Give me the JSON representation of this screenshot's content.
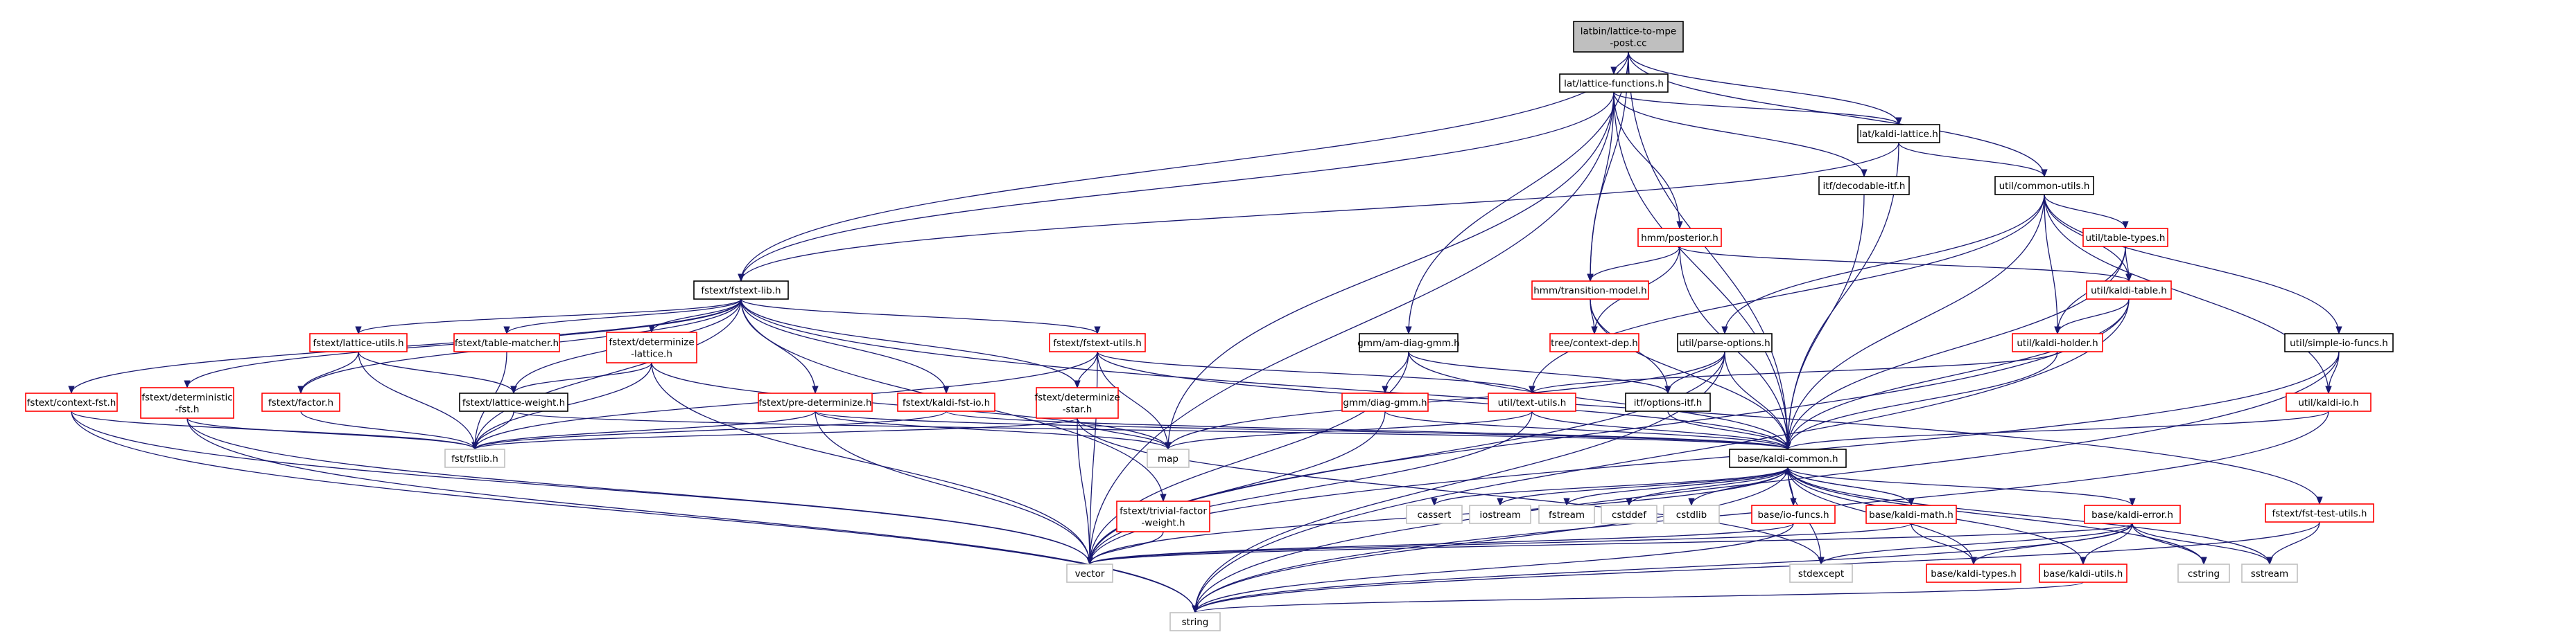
{
  "colors": {
    "edge": "#191970",
    "root_fill": "#bfbfbf",
    "border_default": "#000000",
    "border_missing": "#ff0000",
    "border_system": "#bfbfbf"
  },
  "nodes": [
    {
      "id": "root",
      "lines": [
        "latbin/lattice-to-mpe",
        "-post.cc"
      ],
      "style": "root"
    },
    {
      "id": "latfun",
      "lines": [
        "lat/lattice-functions.h"
      ],
      "style": "default"
    },
    {
      "id": "latkaldi",
      "lines": [
        "lat/kaldi-lattice.h"
      ],
      "style": "default"
    },
    {
      "id": "itfdec",
      "lines": [
        "itf/decodable-itf.h"
      ],
      "style": "default"
    },
    {
      "id": "utilcommon",
      "lines": [
        "util/common-utils.h"
      ],
      "style": "default"
    },
    {
      "id": "hmmpost",
      "lines": [
        "hmm/posterior.h"
      ],
      "style": "missing"
    },
    {
      "id": "utiltabletypes",
      "lines": [
        "util/table-types.h"
      ],
      "style": "missing"
    },
    {
      "id": "fstextlib",
      "lines": [
        "fstext/fstext-lib.h"
      ],
      "style": "default"
    },
    {
      "id": "hmmtrans",
      "lines": [
        "hmm/transition-model.h"
      ],
      "style": "missing"
    },
    {
      "id": "utilkalditable",
      "lines": [
        "util/kaldi-table.h"
      ],
      "style": "missing"
    },
    {
      "id": "fstlatutils",
      "lines": [
        "fstext/lattice-utils.h"
      ],
      "style": "missing"
    },
    {
      "id": "fsttablematcher",
      "lines": [
        "fstext/table-matcher.h"
      ],
      "style": "missing"
    },
    {
      "id": "fstdetlat",
      "lines": [
        "fstext/determinize",
        "-lattice.h"
      ],
      "style": "missing"
    },
    {
      "id": "fstfstextutils",
      "lines": [
        "fstext/fstext-utils.h"
      ],
      "style": "missing"
    },
    {
      "id": "gmmam",
      "lines": [
        "gmm/am-diag-gmm.h"
      ],
      "style": "default"
    },
    {
      "id": "treectx",
      "lines": [
        "tree/context-dep.h"
      ],
      "style": "missing"
    },
    {
      "id": "utilparse",
      "lines": [
        "util/parse-options.h"
      ],
      "style": "default"
    },
    {
      "id": "utilholder",
      "lines": [
        "util/kaldi-holder.h"
      ],
      "style": "missing"
    },
    {
      "id": "utilsimpleio",
      "lines": [
        "util/simple-io-funcs.h"
      ],
      "style": "default"
    },
    {
      "id": "fstcontextfst",
      "lines": [
        "fstext/context-fst.h"
      ],
      "style": "missing"
    },
    {
      "id": "fstdetfst",
      "lines": [
        "fstext/deterministic",
        "-fst.h"
      ],
      "style": "missing"
    },
    {
      "id": "fstfactor",
      "lines": [
        "fstext/factor.h"
      ],
      "style": "missing"
    },
    {
      "id": "fstlatweight",
      "lines": [
        "fstext/lattice-weight.h"
      ],
      "style": "default"
    },
    {
      "id": "fstpredet",
      "lines": [
        "fstext/pre-determinize.h"
      ],
      "style": "missing"
    },
    {
      "id": "fstkaldiio",
      "lines": [
        "fstext/kaldi-fst-io.h"
      ],
      "style": "missing"
    },
    {
      "id": "fstdetstar",
      "lines": [
        "fstext/determinize",
        "-star.h"
      ],
      "style": "missing"
    },
    {
      "id": "gmmdiag",
      "lines": [
        "gmm/diag-gmm.h"
      ],
      "style": "missing"
    },
    {
      "id": "utiltextutils",
      "lines": [
        "util/text-utils.h"
      ],
      "style": "missing"
    },
    {
      "id": "itfoptions",
      "lines": [
        "itf/options-itf.h"
      ],
      "style": "default"
    },
    {
      "id": "utilkaldiio",
      "lines": [
        "util/kaldi-io.h"
      ],
      "style": "missing"
    },
    {
      "id": "fstfstlib",
      "lines": [
        "fst/fstlib.h"
      ],
      "style": "system"
    },
    {
      "id": "map",
      "lines": [
        "map"
      ],
      "style": "system"
    },
    {
      "id": "basecommon",
      "lines": [
        "base/kaldi-common.h"
      ],
      "style": "default"
    },
    {
      "id": "fsttrivial",
      "lines": [
        "fstext/trivial-factor",
        "-weight.h"
      ],
      "style": "missing"
    },
    {
      "id": "fsttestutils",
      "lines": [
        "fstext/fst-test-utils.h"
      ],
      "style": "missing"
    },
    {
      "id": "cassert",
      "lines": [
        "cassert"
      ],
      "style": "system"
    },
    {
      "id": "iostream",
      "lines": [
        "iostream"
      ],
      "style": "system"
    },
    {
      "id": "fstream",
      "lines": [
        "fstream"
      ],
      "style": "system"
    },
    {
      "id": "cstddef",
      "lines": [
        "cstddef"
      ],
      "style": "system"
    },
    {
      "id": "cstdlib",
      "lines": [
        "cstdlib"
      ],
      "style": "system"
    },
    {
      "id": "baseiofuncs",
      "lines": [
        "base/io-funcs.h"
      ],
      "style": "missing"
    },
    {
      "id": "basemath",
      "lines": [
        "base/kaldi-math.h"
      ],
      "style": "missing"
    },
    {
      "id": "baseerror",
      "lines": [
        "base/kaldi-error.h"
      ],
      "style": "missing"
    },
    {
      "id": "vector",
      "lines": [
        "vector"
      ],
      "style": "system"
    },
    {
      "id": "stdexcept",
      "lines": [
        "stdexcept"
      ],
      "style": "system"
    },
    {
      "id": "basetypes",
      "lines": [
        "base/kaldi-types.h"
      ],
      "style": "missing"
    },
    {
      "id": "baseutils",
      "lines": [
        "base/kaldi-utils.h"
      ],
      "style": "missing"
    },
    {
      "id": "cstring",
      "lines": [
        "cstring"
      ],
      "style": "system"
    },
    {
      "id": "sstream",
      "lines": [
        "sstream"
      ],
      "style": "system"
    },
    {
      "id": "string",
      "lines": [
        "string"
      ],
      "style": "system"
    }
  ],
  "edges": [
    [
      "root",
      "latfun"
    ],
    [
      "root",
      "latkaldi"
    ],
    [
      "root",
      "utilcommon"
    ],
    [
      "root",
      "fstextlib"
    ],
    [
      "root",
      "gmmam"
    ],
    [
      "root",
      "hmmtrans"
    ],
    [
      "root",
      "basecommon"
    ],
    [
      "latfun",
      "latkaldi"
    ],
    [
      "latfun",
      "itfdec"
    ],
    [
      "latfun",
      "hmmpost"
    ],
    [
      "latfun",
      "hmmtrans"
    ],
    [
      "latfun",
      "fstextlib"
    ],
    [
      "latfun",
      "basecommon"
    ],
    [
      "latfun",
      "map"
    ],
    [
      "latfun",
      "vector"
    ],
    [
      "latkaldi",
      "utilcommon"
    ],
    [
      "latkaldi",
      "fstextlib"
    ],
    [
      "latkaldi",
      "basecommon"
    ],
    [
      "itfdec",
      "basecommon"
    ],
    [
      "utilcommon",
      "utilparse"
    ],
    [
      "utilcommon",
      "utiltabletypes"
    ],
    [
      "utilcommon",
      "utilkalditable"
    ],
    [
      "utilcommon",
      "utilholder"
    ],
    [
      "utilcommon",
      "utilsimpleio"
    ],
    [
      "utilcommon",
      "utilkaldiio"
    ],
    [
      "utilcommon",
      "utiltextutils"
    ],
    [
      "utilcommon",
      "basecommon"
    ],
    [
      "hmmpost",
      "hmmtrans"
    ],
    [
      "hmmpost",
      "utilkalditable"
    ],
    [
      "hmmpost",
      "treectx"
    ],
    [
      "hmmpost",
      "basecommon"
    ],
    [
      "utiltabletypes",
      "utilkalditable"
    ],
    [
      "utiltabletypes",
      "utilholder"
    ],
    [
      "utiltabletypes",
      "basecommon"
    ],
    [
      "fstextlib",
      "fstlatutils"
    ],
    [
      "fstextlib",
      "fsttablematcher"
    ],
    [
      "fstextlib",
      "fstdetlat"
    ],
    [
      "fstextlib",
      "fstfstextutils"
    ],
    [
      "fstextlib",
      "fstcontextfst"
    ],
    [
      "fstextlib",
      "fstdetfst"
    ],
    [
      "fstextlib",
      "fstfactor"
    ],
    [
      "fstextlib",
      "fstlatweight"
    ],
    [
      "fstextlib",
      "fstpredet"
    ],
    [
      "fstextlib",
      "fstkaldiio"
    ],
    [
      "fstextlib",
      "fstdetstar"
    ],
    [
      "fstextlib",
      "fsttrivial"
    ],
    [
      "fstextlib",
      "fsttestutils"
    ],
    [
      "fstextlib",
      "fstfstlib"
    ],
    [
      "hmmtrans",
      "treectx"
    ],
    [
      "hmmtrans",
      "itfoptions"
    ],
    [
      "hmmtrans",
      "basecommon"
    ],
    [
      "utilkalditable",
      "utilholder"
    ],
    [
      "utilkalditable",
      "basecommon"
    ],
    [
      "utilkalditable",
      "string"
    ],
    [
      "utilkalditable",
      "vector"
    ],
    [
      "fstlatutils",
      "fstlatweight"
    ],
    [
      "fstlatutils",
      "fstfstlib"
    ],
    [
      "fstlatutils",
      "fstfactor"
    ],
    [
      "fsttablematcher",
      "fstfstlib"
    ],
    [
      "fstdetlat",
      "fstlatweight"
    ],
    [
      "fstdetlat",
      "fstfstlib"
    ],
    [
      "fstdetlat",
      "vector"
    ],
    [
      "fstdetlat",
      "map"
    ],
    [
      "fstfstextutils",
      "fstdetstar"
    ],
    [
      "fstfstextutils",
      "fstfstlib"
    ],
    [
      "fstfstextutils",
      "map"
    ],
    [
      "fstfstextutils",
      "vector"
    ],
    [
      "fstfstextutils",
      "basecommon"
    ],
    [
      "fstfstextutils",
      "utiltextutils"
    ],
    [
      "gmmam",
      "gmmdiag"
    ],
    [
      "gmmam",
      "basecommon"
    ],
    [
      "gmmam",
      "itfoptions"
    ],
    [
      "gmmam",
      "vector"
    ],
    [
      "utilparse",
      "itfoptions"
    ],
    [
      "utilparse",
      "basecommon"
    ],
    [
      "utilparse",
      "map"
    ],
    [
      "utilparse",
      "vector"
    ],
    [
      "utilparse",
      "string"
    ],
    [
      "utilholder",
      "utiltextutils"
    ],
    [
      "utilholder",
      "basecommon"
    ],
    [
      "utilsimpleio",
      "utilkaldiio"
    ],
    [
      "utilsimpleio",
      "string"
    ],
    [
      "utilsimpleio",
      "vector"
    ],
    [
      "fstcontextfst",
      "fstfstlib"
    ],
    [
      "fstcontextfst",
      "vector"
    ],
    [
      "fstcontextfst",
      "string"
    ],
    [
      "fstdetfst",
      "fstfstlib"
    ],
    [
      "fstdetfst",
      "vector"
    ],
    [
      "fstdetfst",
      "string"
    ],
    [
      "fstfactor",
      "fstfstlib"
    ],
    [
      "fstlatweight",
      "fstfstlib"
    ],
    [
      "fstlatweight",
      "basecommon"
    ],
    [
      "fstpredet",
      "fstfstlib"
    ],
    [
      "fstpredet",
      "map"
    ],
    [
      "fstpredet",
      "vector"
    ],
    [
      "fstpredet",
      "basecommon"
    ],
    [
      "fstkaldiio",
      "fstfstlib"
    ],
    [
      "fstkaldiio",
      "basecommon"
    ],
    [
      "fstdetstar",
      "vector"
    ],
    [
      "fstdetstar",
      "map"
    ],
    [
      "fstdetstar",
      "stdexcept"
    ],
    [
      "fstdetstar",
      "fstfstlib"
    ],
    [
      "gmmdiag",
      "basecommon"
    ],
    [
      "gmmdiag",
      "vector"
    ],
    [
      "utiltextutils",
      "basecommon"
    ],
    [
      "utiltextutils",
      "map"
    ],
    [
      "utiltextutils",
      "vector"
    ],
    [
      "itfoptions",
      "basecommon"
    ],
    [
      "utilkaldiio",
      "basecommon"
    ],
    [
      "utilkaldiio",
      "string"
    ],
    [
      "fsttrivial",
      "vector"
    ],
    [
      "fsttestutils",
      "sstream"
    ],
    [
      "fsttestutils",
      "string"
    ],
    [
      "basecommon",
      "cassert"
    ],
    [
      "basecommon",
      "iostream"
    ],
    [
      "basecommon",
      "fstream"
    ],
    [
      "basecommon",
      "cstddef"
    ],
    [
      "basecommon",
      "cstdlib"
    ],
    [
      "basecommon",
      "baseiofuncs"
    ],
    [
      "basecommon",
      "basemath"
    ],
    [
      "basecommon",
      "baseerror"
    ],
    [
      "basecommon",
      "vector"
    ],
    [
      "basecommon",
      "stdexcept"
    ],
    [
      "basecommon",
      "basetypes"
    ],
    [
      "basecommon",
      "baseutils"
    ],
    [
      "basecommon",
      "cstring"
    ],
    [
      "basecommon",
      "sstream"
    ],
    [
      "basecommon",
      "string"
    ],
    [
      "baseiofuncs",
      "basecommon"
    ],
    [
      "baseiofuncs",
      "vector"
    ],
    [
      "baseiofuncs",
      "string"
    ],
    [
      "basemath",
      "basecommon"
    ],
    [
      "basemath",
      "basetypes"
    ],
    [
      "basemath",
      "vector"
    ],
    [
      "baseerror",
      "basetypes"
    ],
    [
      "baseerror",
      "baseutils"
    ],
    [
      "baseerror",
      "cstring"
    ],
    [
      "baseerror",
      "sstream"
    ],
    [
      "baseerror",
      "stdexcept"
    ],
    [
      "baseerror",
      "string"
    ],
    [
      "baseerror",
      "vector"
    ],
    [
      "baseutils",
      "string"
    ]
  ]
}
